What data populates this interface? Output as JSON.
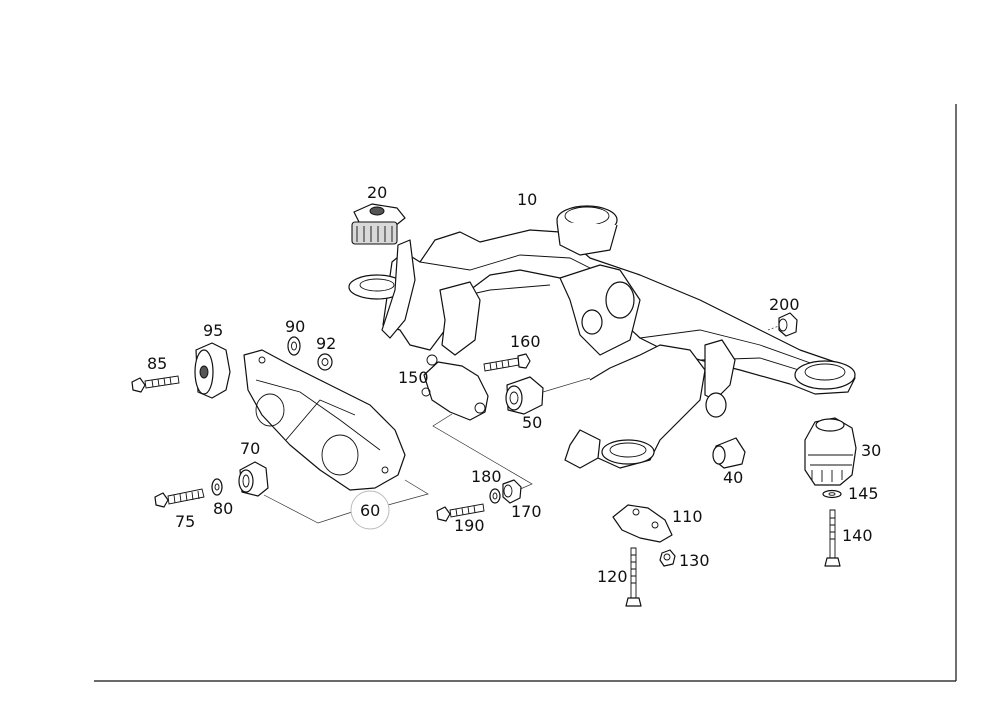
{
  "diagram": {
    "callouts": {
      "p10": "10",
      "p20": "20",
      "p30": "30",
      "p40": "40",
      "p50": "50",
      "p60": "60",
      "p70": "70",
      "p75": "75",
      "p80": "80",
      "p85": "85",
      "p90": "90",
      "p92": "92",
      "p95": "95",
      "p110": "110",
      "p120": "120",
      "p130": "130",
      "p140": "140",
      "p145": "145",
      "p150": "150",
      "p160": "160",
      "p170": "170",
      "p180": "180",
      "p190": "190",
      "p200": "200"
    },
    "colors": {
      "line": "#111111",
      "background": "#ffffff",
      "callout_circle": "#bbbbbb"
    }
  }
}
